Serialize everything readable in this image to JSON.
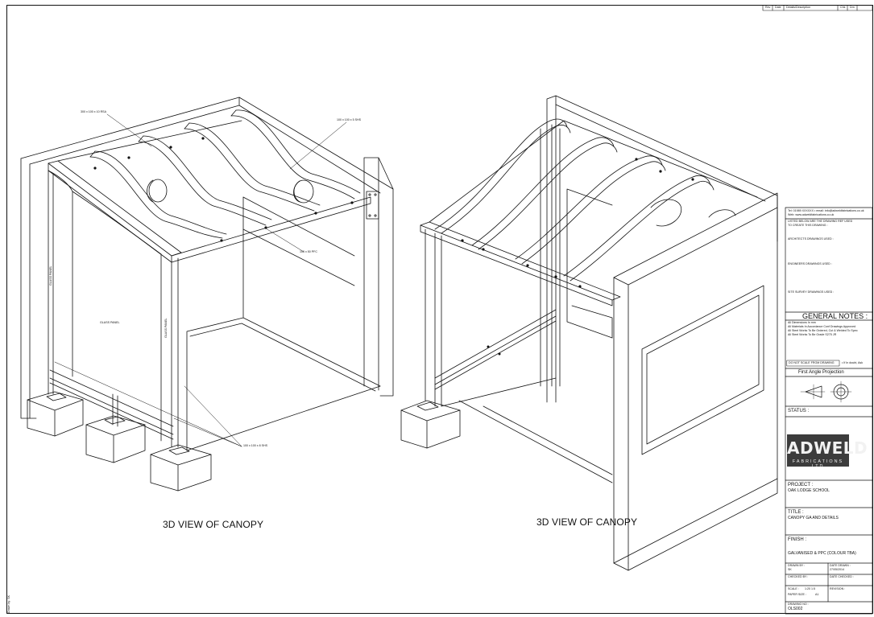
{
  "revision_header": {
    "rev": "Rev",
    "date": "Date",
    "details": "Details/Description",
    "chk": "Chk",
    "drn": "Drn"
  },
  "drawing_views": {
    "left_title": "3D VIEW OF CANOPY",
    "right_title": "3D VIEW OF CANOPY",
    "labels": {
      "rsa": "300 x 100 x 10 RSA",
      "shs_top": "100 x 100 x 5 SHS",
      "pfc": "100 x 50 PFC",
      "shs_bottom": "100 x 100 x 8 SHS",
      "glass_left": "GLASS PANEL",
      "glass_mid": "GLASS PANEL",
      "glass_right": "GLASS PANEL"
    }
  },
  "title_block": {
    "contact_line1": "Tel: 01989 XXXXXX  •  email: info@adweldfabrications.co.uk",
    "contact_line2": "Web: www.adweldfabrications.co.uk",
    "listed_below_1": "LISTED BELOW ARE THE DRAWING REF USED",
    "listed_below_2": "TO CREATE THIS DRAWING :",
    "architects": "ARCHITECTS DRAWINGS USED :",
    "engineers": "ENGINEERS DRAWINGS USED :",
    "site_survey": "SITE SURVEY DRAWINGS USED :",
    "general_notes_heading": "GENERAL NOTES :",
    "notes": [
      "All Dimensions In mm",
      "All Materials In Accordance Conf Drawings Approved",
      "All Steel Works To Be Ordered, Cut & Welded To Spec",
      "All Steel Works To Be Grade S275 JR"
    ],
    "do_not_scale": "DO NOT SCALE FROM DRAWING",
    "if_in_doubt": "• If In doubt, Ask",
    "projection": "First Angle Projection",
    "status_label": "STATUS :",
    "logo_word": "ADWELD",
    "logo_sub": "FABRICATIONS LTD",
    "project_label": "PROJECT :",
    "project_value": "OAK LODGE SCHOOL",
    "title_label": "TITLE :",
    "title_value": "CANOPY GA AND DETAILS",
    "finish_label": "FINISH :",
    "finish_value": "GALVANISED & PPC (COLOUR TBA)",
    "drawn_by_label": "DRAWN BY :",
    "drawn_by_value": "SK",
    "date_drawn_label": "DATE DRAWN :",
    "date_drawn_value": "27/05/2014",
    "checked_by_label": "CHECKED BY :",
    "date_checked_label": "DATE CHECKED :",
    "scale_label": "SCALE :",
    "scale_value": "1:20 1:5",
    "paper_size_label": "PAPER SIZE :",
    "paper_size_value": "A1",
    "revision_label": "REVISION :",
    "drawing_no_label": "DRAWING NO :",
    "drawing_no_value": "OLS002"
  },
  "margin_note": "Drawn by: SK"
}
